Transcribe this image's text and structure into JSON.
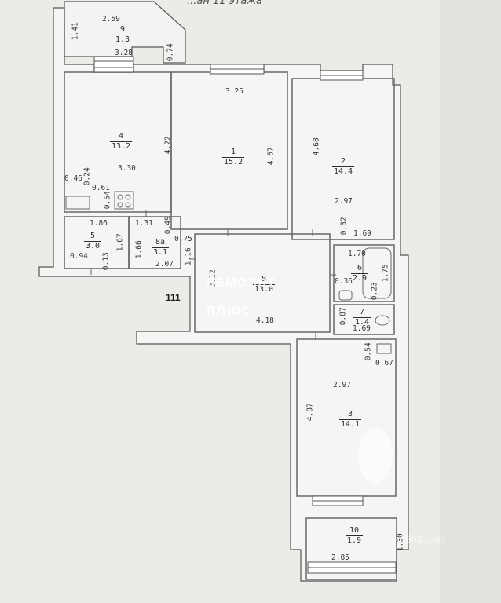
{
  "header": {
    "title": "...ан 11 этажа"
  },
  "section_label": "111",
  "watermark": {
    "line1": "самолет",
    "line2": "плюс",
    "corner": "+7 903 ... 48"
  },
  "rooms": [
    {
      "id": "r9",
      "num": "9",
      "area": "1.3"
    },
    {
      "id": "r4",
      "num": "4",
      "area": "13.2"
    },
    {
      "id": "r1",
      "num": "1",
      "area": "15.2"
    },
    {
      "id": "r2",
      "num": "2",
      "area": "14.4"
    },
    {
      "id": "r5",
      "num": "5",
      "area": "3.0"
    },
    {
      "id": "r8a",
      "num": "8a",
      "area": "3.1"
    },
    {
      "id": "r8",
      "num": "8",
      "area": "13.0"
    },
    {
      "id": "r6",
      "num": "6",
      "area": "2.9"
    },
    {
      "id": "r7",
      "num": "7",
      "area": "1.4"
    },
    {
      "id": "r3",
      "num": "3",
      "area": "14.1"
    },
    {
      "id": "r10",
      "num": "10",
      "area": "1.9"
    }
  ],
  "dimensions": [
    "2.59",
    "1.41",
    "3.28",
    "0.74",
    "3.25",
    "4.22",
    "3.30",
    "4.67",
    "4.68",
    "2.97",
    "0.46",
    "0.24",
    "0.61",
    "0.54",
    "1.86",
    "1.31",
    "0.49",
    "0.75",
    "1.67",
    "0.94",
    "0.13",
    "1.66",
    "2.07",
    "1.16",
    "0.32",
    "1.69",
    "1.70",
    "1.75",
    "3.12",
    "0.36",
    "0.23",
    "0.87",
    "1.69",
    "4.18",
    "0.54",
    "0.67",
    "2.97",
    "4.87",
    "2.85",
    "1.30"
  ]
}
